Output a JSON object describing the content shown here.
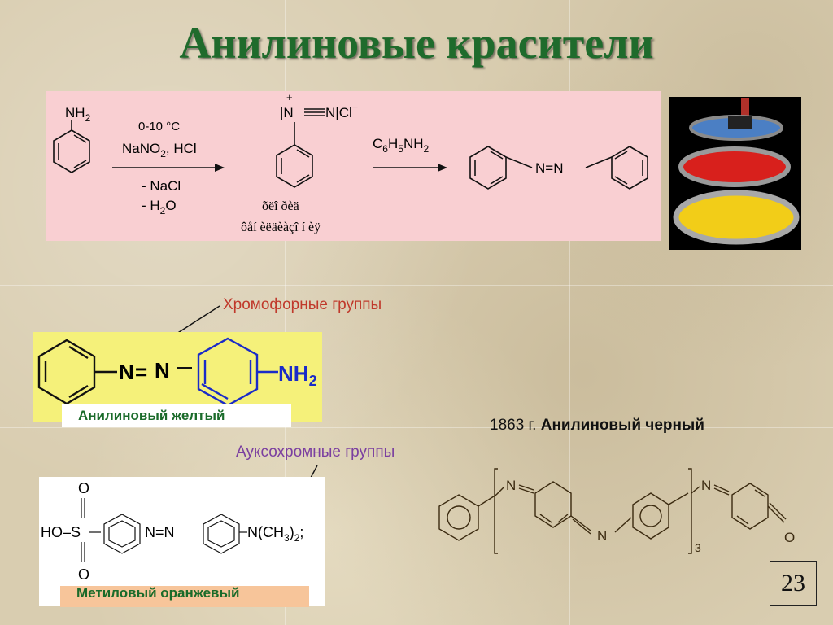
{
  "slide": {
    "title": "Анилиновые красители",
    "page_number": "23"
  },
  "reaction": {
    "reactant_nh2": "NH",
    "reactant_nh2_sub": "2",
    "condition_temp": "0-10 °C",
    "condition_reagent": "NaNO",
    "condition_reagent_sub": "2",
    "condition_reagent_tail": ", HCl",
    "byproduct_nacl": "- NaCl",
    "byproduct_h2o": "- H",
    "byproduct_h2o_sub": "2",
    "byproduct_h2o_tail": "O",
    "diazonium_charge": "+",
    "diazonium_formula": "|N",
    "diazonium_tail": "N|Cl",
    "diazonium_minus": "−",
    "garbled_line1": "õëî ðèä",
    "garbled_line2": "ôåí èëäèàçî í èÿ",
    "reagent2_c": "C",
    "reagent2_c_sub": "6",
    "reagent2_h": "H",
    "reagent2_h_sub": "5",
    "reagent2_nh": "NH",
    "reagent2_nh_sub": "2",
    "azo_link": "N=N"
  },
  "chromophore": {
    "label": "Хромофорные группы"
  },
  "aniline_yellow": {
    "n1": "N",
    "eq": "=",
    "n2": "N",
    "nh2": "NH",
    "nh2_sub": "2",
    "label": "Анилиновый  желтый"
  },
  "auxochrome": {
    "label": "Ауксохромные группы"
  },
  "methyl_orange": {
    "o_top": "O",
    "o_bottom": "O",
    "ho_s": "HO–S",
    "azo": "N=N",
    "n_methyl": "N(CH",
    "n_methyl_sub3": "3",
    "n_methyl_close": ")",
    "n_methyl_sub2": "2",
    "semicolon": ";",
    "label": "Метиловый оранжевый"
  },
  "aniline_black": {
    "year": "1863 г.",
    "name": "Анилиновый черный",
    "n1": "N",
    "n2": "N",
    "n3": "N",
    "o": "O",
    "repeat": "3"
  },
  "colors": {
    "title": "#1f6b2c",
    "reaction_bg": "#f9cfd2",
    "chromophore_text": "#c0392b",
    "auxochrome_text": "#7b3fa0",
    "yellow_bg": "#f5f17a",
    "label_green": "#1a6b2a",
    "orange_bg": "#f7c59a"
  },
  "icons": {
    "paint_cans": "paint-cans-photo"
  }
}
